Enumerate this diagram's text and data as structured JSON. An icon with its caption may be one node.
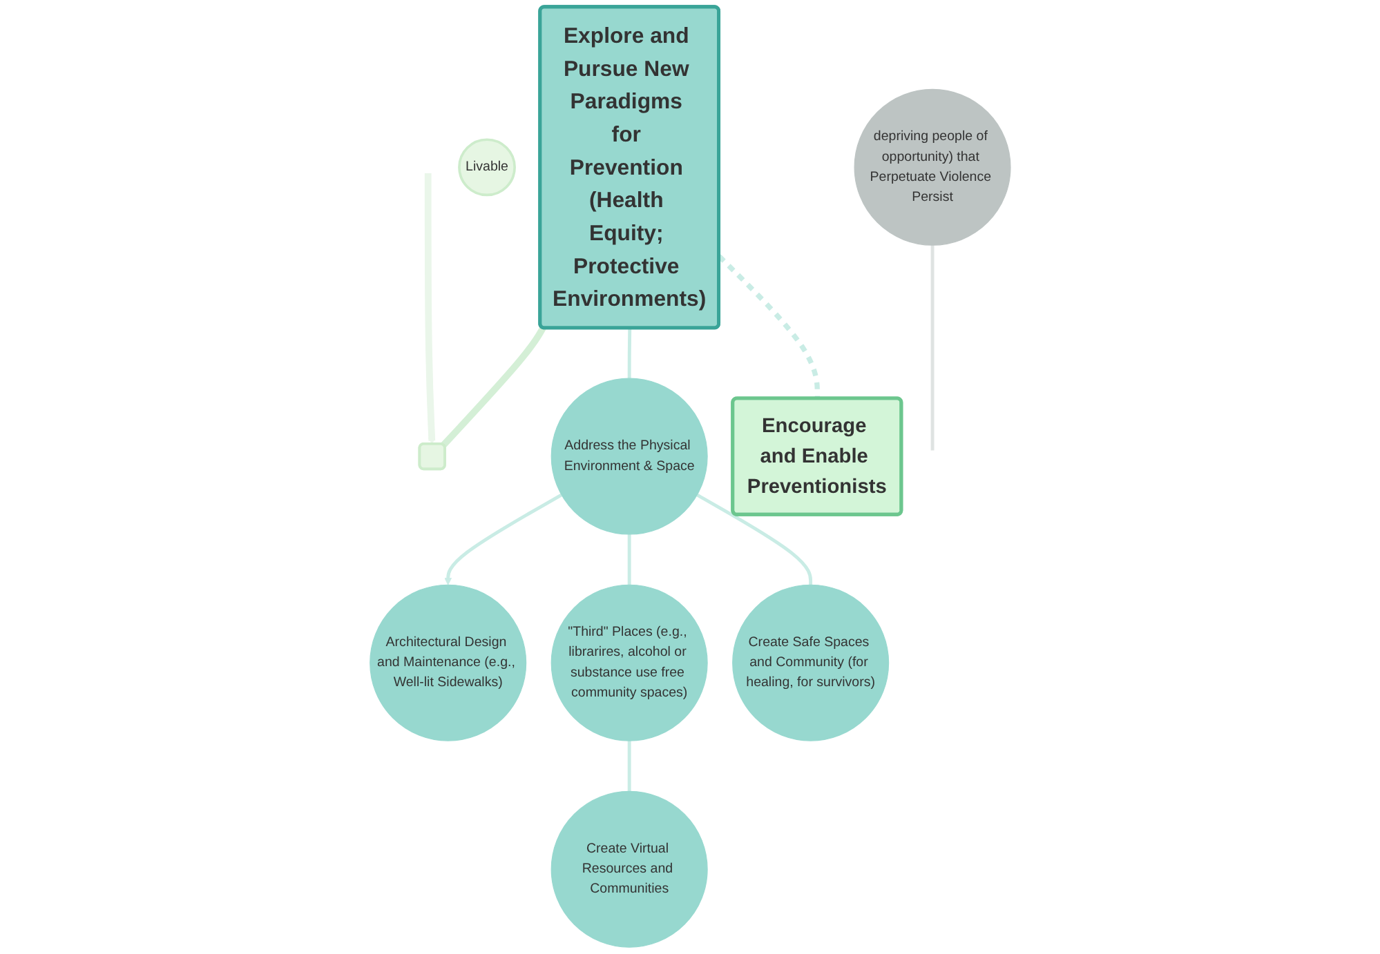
{
  "diagram": {
    "nodes": [
      {
        "text": [
          "depriving people of opportunity) that Perpetuate Violence Persist"
        ]
      },
      {
        "text": [],
        "shape": "box"
      },
      {
        "text": [
          "Livable"
        ]
      },
      {
        "text": [
          "Explore and Pursue New Paradigms for Prevention (Health Equity; Protective Environments)"
        ]
      },
      {
        "text": [
          "Address the Physical Environment & Space"
        ]
      },
      {
        "text": [
          "Architectural Design and Maintenance (e.g., Well-lit Sidewalks)"
        ]
      },
      {
        "text": [
          "\"Third\" Places (e.g., librarires, alcohol or substance use free community spaces)"
        ]
      },
      {
        "text": [
          "Create Virtual Resources and Communities"
        ]
      },
      {
        "text": [
          "Create Safe Spaces and Community (for healing, for survivors)"
        ]
      },
      {
        "text": [
          "Encourage and Enable Preventionists"
        ]
      }
    ],
    "edges": [
      {
        "from": 0,
        "to": null,
        "arrow": "none",
        "color": "#dfe3e2"
      },
      {
        "from": 3,
        "to": 1,
        "arrow": "none",
        "style": "thick",
        "color": "#d4efd6"
      },
      {
        "from": null,
        "to": 1,
        "arrow": "to",
        "style": "thick",
        "color": "#eaf6ea"
      },
      {
        "from": 3,
        "to": 4,
        "arrow": "none"
      },
      {
        "from": 4,
        "to": 5,
        "arrow": "to"
      },
      {
        "from": 4,
        "to": 6,
        "arrow": "none"
      },
      {
        "from": 6,
        "to": 7,
        "arrow": "none"
      },
      {
        "from": 4,
        "to": 8,
        "arrow": "none"
      },
      {
        "from": 3,
        "to": 9,
        "arrow": "none",
        "style": "dashed"
      }
    ]
  }
}
